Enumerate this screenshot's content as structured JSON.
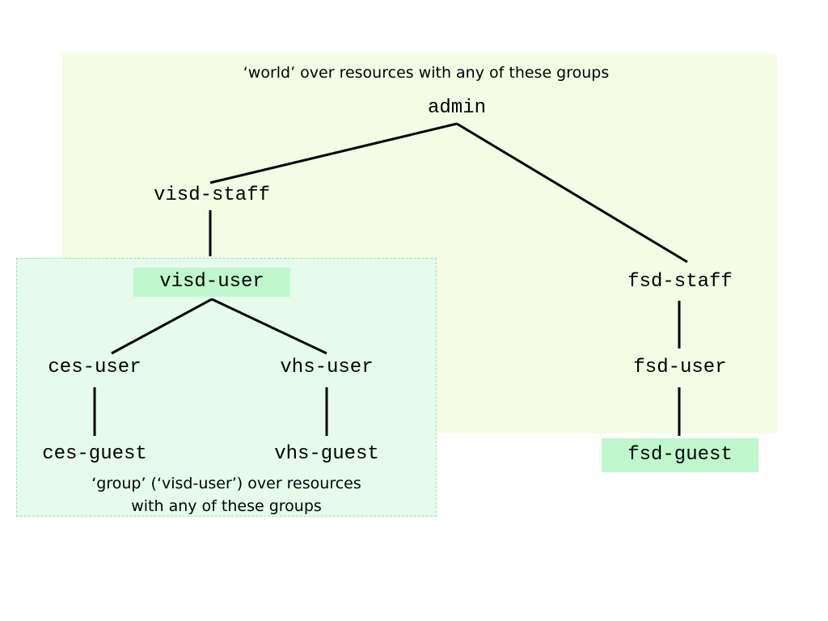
{
  "regions": {
    "world": {
      "caption": "‘world’ over resources with any of these groups",
      "color": "#f4fde4"
    },
    "group": {
      "caption_line1": "‘group’ (‘visd-user’) over resources",
      "caption_line2": "with any of these groups",
      "color": "#e6fbec"
    }
  },
  "nodes": {
    "admin": "admin",
    "visd_staff": "visd-staff",
    "visd_user": "visd-user",
    "ces_user": "ces-user",
    "vhs_user": "vhs-user",
    "ces_guest": "ces-guest",
    "vhs_guest": "vhs-guest",
    "fsd_staff": "fsd-staff",
    "fsd_user": "fsd-user",
    "fsd_guest": "fsd-guest"
  },
  "highlight_color": "#bff8cc",
  "edges": [
    [
      "admin",
      "visd-staff"
    ],
    [
      "admin",
      "fsd-staff"
    ],
    [
      "visd-staff",
      "visd-user"
    ],
    [
      "visd-user",
      "ces-user"
    ],
    [
      "visd-user",
      "vhs-user"
    ],
    [
      "ces-user",
      "ces-guest"
    ],
    [
      "vhs-user",
      "vhs-guest"
    ],
    [
      "fsd-staff",
      "fsd-user"
    ],
    [
      "fsd-user",
      "fsd-guest"
    ]
  ]
}
